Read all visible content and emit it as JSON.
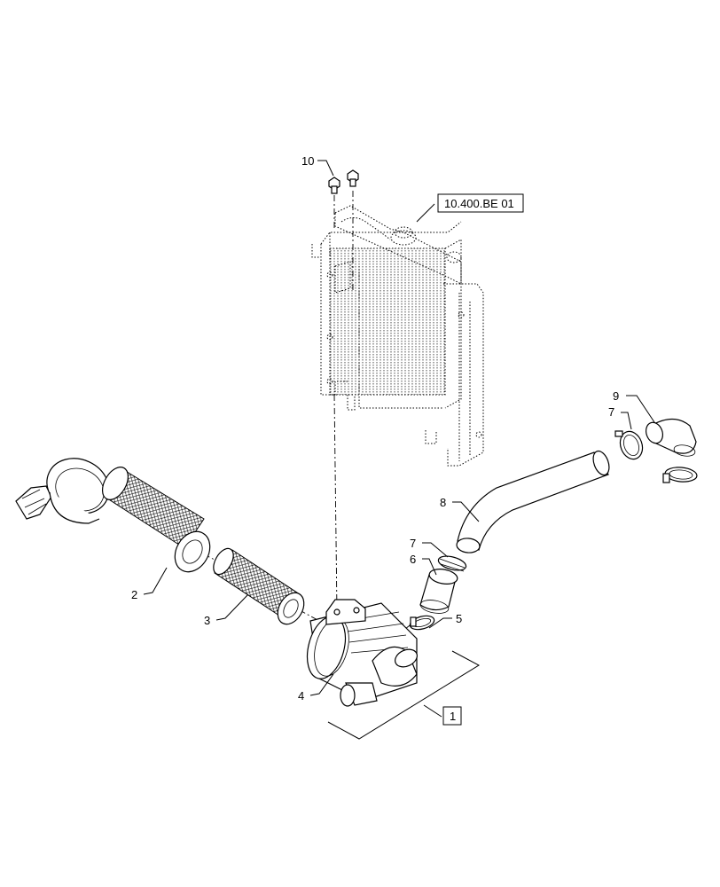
{
  "callouts": {
    "c10": "10",
    "ref_radiator": "10.400.BE 01",
    "c9": "9",
    "c7a": "7",
    "c8": "8",
    "c7b": "7",
    "c6": "6",
    "c5": "5",
    "c2": "2",
    "c3": "3",
    "c4": "4",
    "c1": "1"
  }
}
